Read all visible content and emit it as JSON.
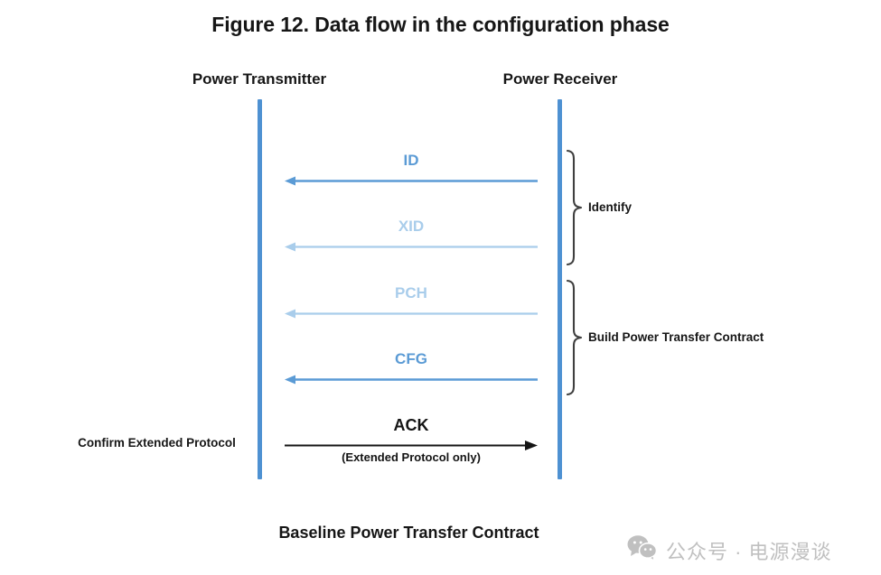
{
  "figure": {
    "title": "Figure 12. Data flow in the configuration phase",
    "caption": "Baseline Power Transfer Contract"
  },
  "actors": {
    "left": "Power Transmitter",
    "right": "Power Receiver"
  },
  "notes": {
    "left_confirm": "Confirm Extended Protocol"
  },
  "messages": [
    {
      "id": "id",
      "label": "ID",
      "direction": "right-to-left",
      "color": "#5b9bd5",
      "emphasis": "strong"
    },
    {
      "id": "xid",
      "label": "XID",
      "direction": "right-to-left",
      "color": "#a9cdeb",
      "emphasis": "light"
    },
    {
      "id": "pch",
      "label": "PCH",
      "direction": "right-to-left",
      "color": "#a9cdeb",
      "emphasis": "light"
    },
    {
      "id": "cfg",
      "label": "CFG",
      "direction": "right-to-left",
      "color": "#5b9bd5",
      "emphasis": "strong"
    },
    {
      "id": "ack",
      "label": "ACK",
      "sublabel": "(Extended Protocol only)",
      "direction": "left-to-right",
      "color": "#141414",
      "emphasis": "black"
    }
  ],
  "groups": [
    {
      "id": "identify",
      "label": "Identify",
      "covers": [
        "ID",
        "XID"
      ]
    },
    {
      "id": "contract",
      "label": "Build Power Transfer Contract",
      "covers": [
        "PCH",
        "CFG"
      ]
    }
  ],
  "watermark": {
    "icon": "wechat-icon",
    "text": "公众号 · 电源漫谈",
    "color": "#c0c0c0"
  },
  "palette": {
    "lifeline": "#4e91d2",
    "arrow_strong": "#5b9bd5",
    "arrow_light": "#a9cdeb",
    "arrow_black": "#141414",
    "brace": "#3f3f3f",
    "text": "#161616",
    "background": "#ffffff"
  }
}
